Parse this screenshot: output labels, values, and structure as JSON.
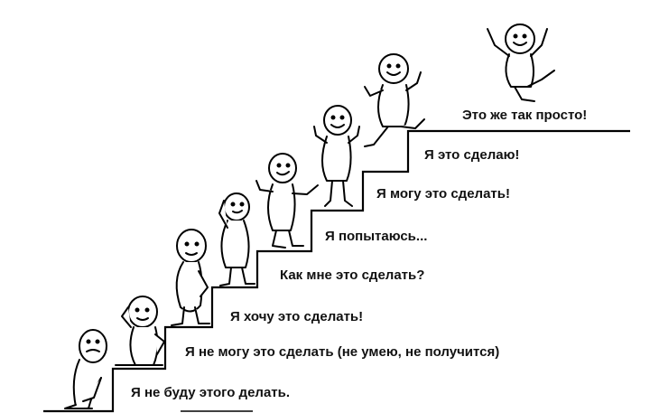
{
  "steps": [
    "Я не буду этого делать.",
    "Я не могу это сделать (не умею, не получится)",
    "Я хочу это сделать!",
    "Как мне это сделать?",
    "Я попытаюсь...",
    "Я могу это сделать!",
    "Я это сделаю!",
    "Это же так просто!"
  ],
  "figures": [
    "figure-sitting-gloomy",
    "figure-sitting-thinking",
    "figure-standing-shy",
    "figure-looking-up",
    "figure-trying-climb",
    "figure-confident",
    "figure-running",
    "figure-jumping-joy"
  ]
}
